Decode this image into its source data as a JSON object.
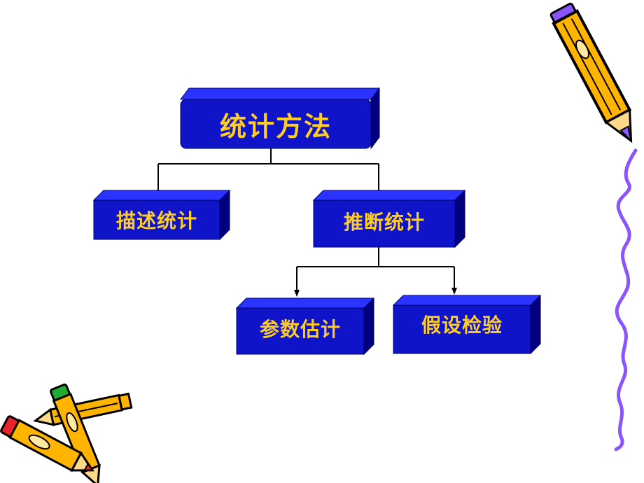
{
  "diagram": {
    "root": {
      "label": "统计方法"
    },
    "level1": [
      {
        "label": "描述统计"
      },
      {
        "label": "推断统计"
      }
    ],
    "level2": [
      {
        "label": "参数估计"
      },
      {
        "label": "假设检验"
      }
    ]
  },
  "colors": {
    "box_fill": "#1014c8",
    "box_side": "#000080",
    "box_top": "#2b33ff",
    "text": "#ffcc22",
    "line": "#000000",
    "pencil_body": "#ffb400",
    "squiggle": "#8a55ff"
  },
  "decorations": [
    "pencil-icon",
    "crossed-pencils-icon",
    "squiggle-line"
  ]
}
